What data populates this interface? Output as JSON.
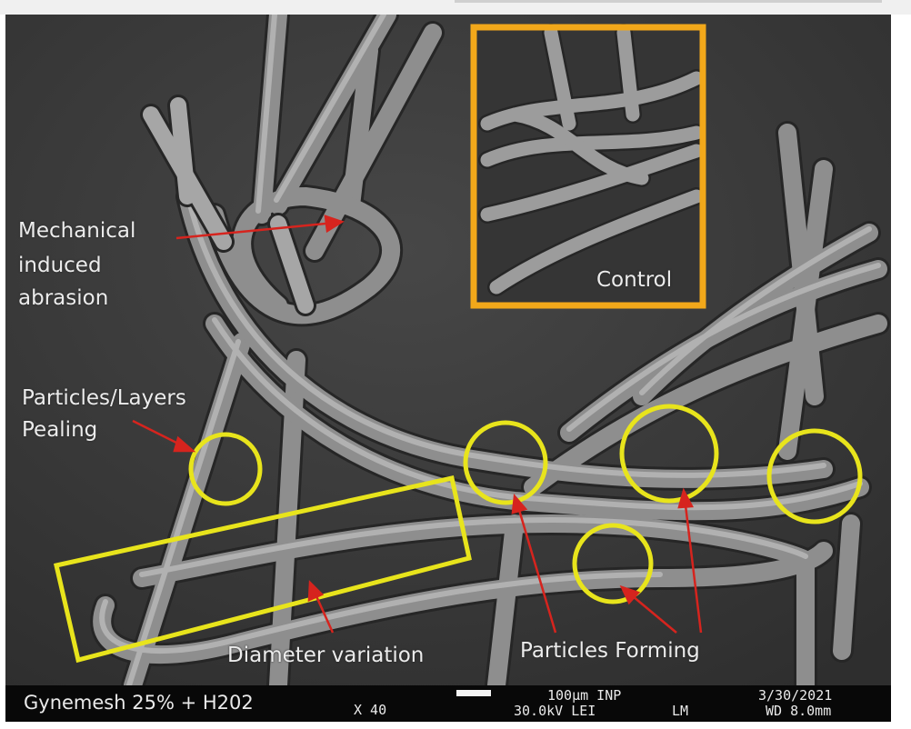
{
  "image": {
    "sample_label": "Gynemesh 25% + H202",
    "magnification": "X 40",
    "scale": "100μm INP",
    "voltage": "30.0kV LEI",
    "mode": "LM",
    "date": "3/30/2021",
    "working_distance": "WD 8.0mm"
  },
  "annotations": {
    "mechanical_line1": "Mechanical",
    "mechanical_line2": "induced",
    "mechanical_line3": "abrasion",
    "particles_line1": "Particles/Layers",
    "particles_line2": "Pealing",
    "diameter": "Diameter variation",
    "forming": "Particles Forming",
    "control": "Control"
  },
  "colors": {
    "highlight_yellow": "#e8e41c",
    "control_orange": "#f2a81a",
    "arrow_red": "#d6241e",
    "fiber": "#9a9a9a",
    "background": "#3c3c3c"
  }
}
